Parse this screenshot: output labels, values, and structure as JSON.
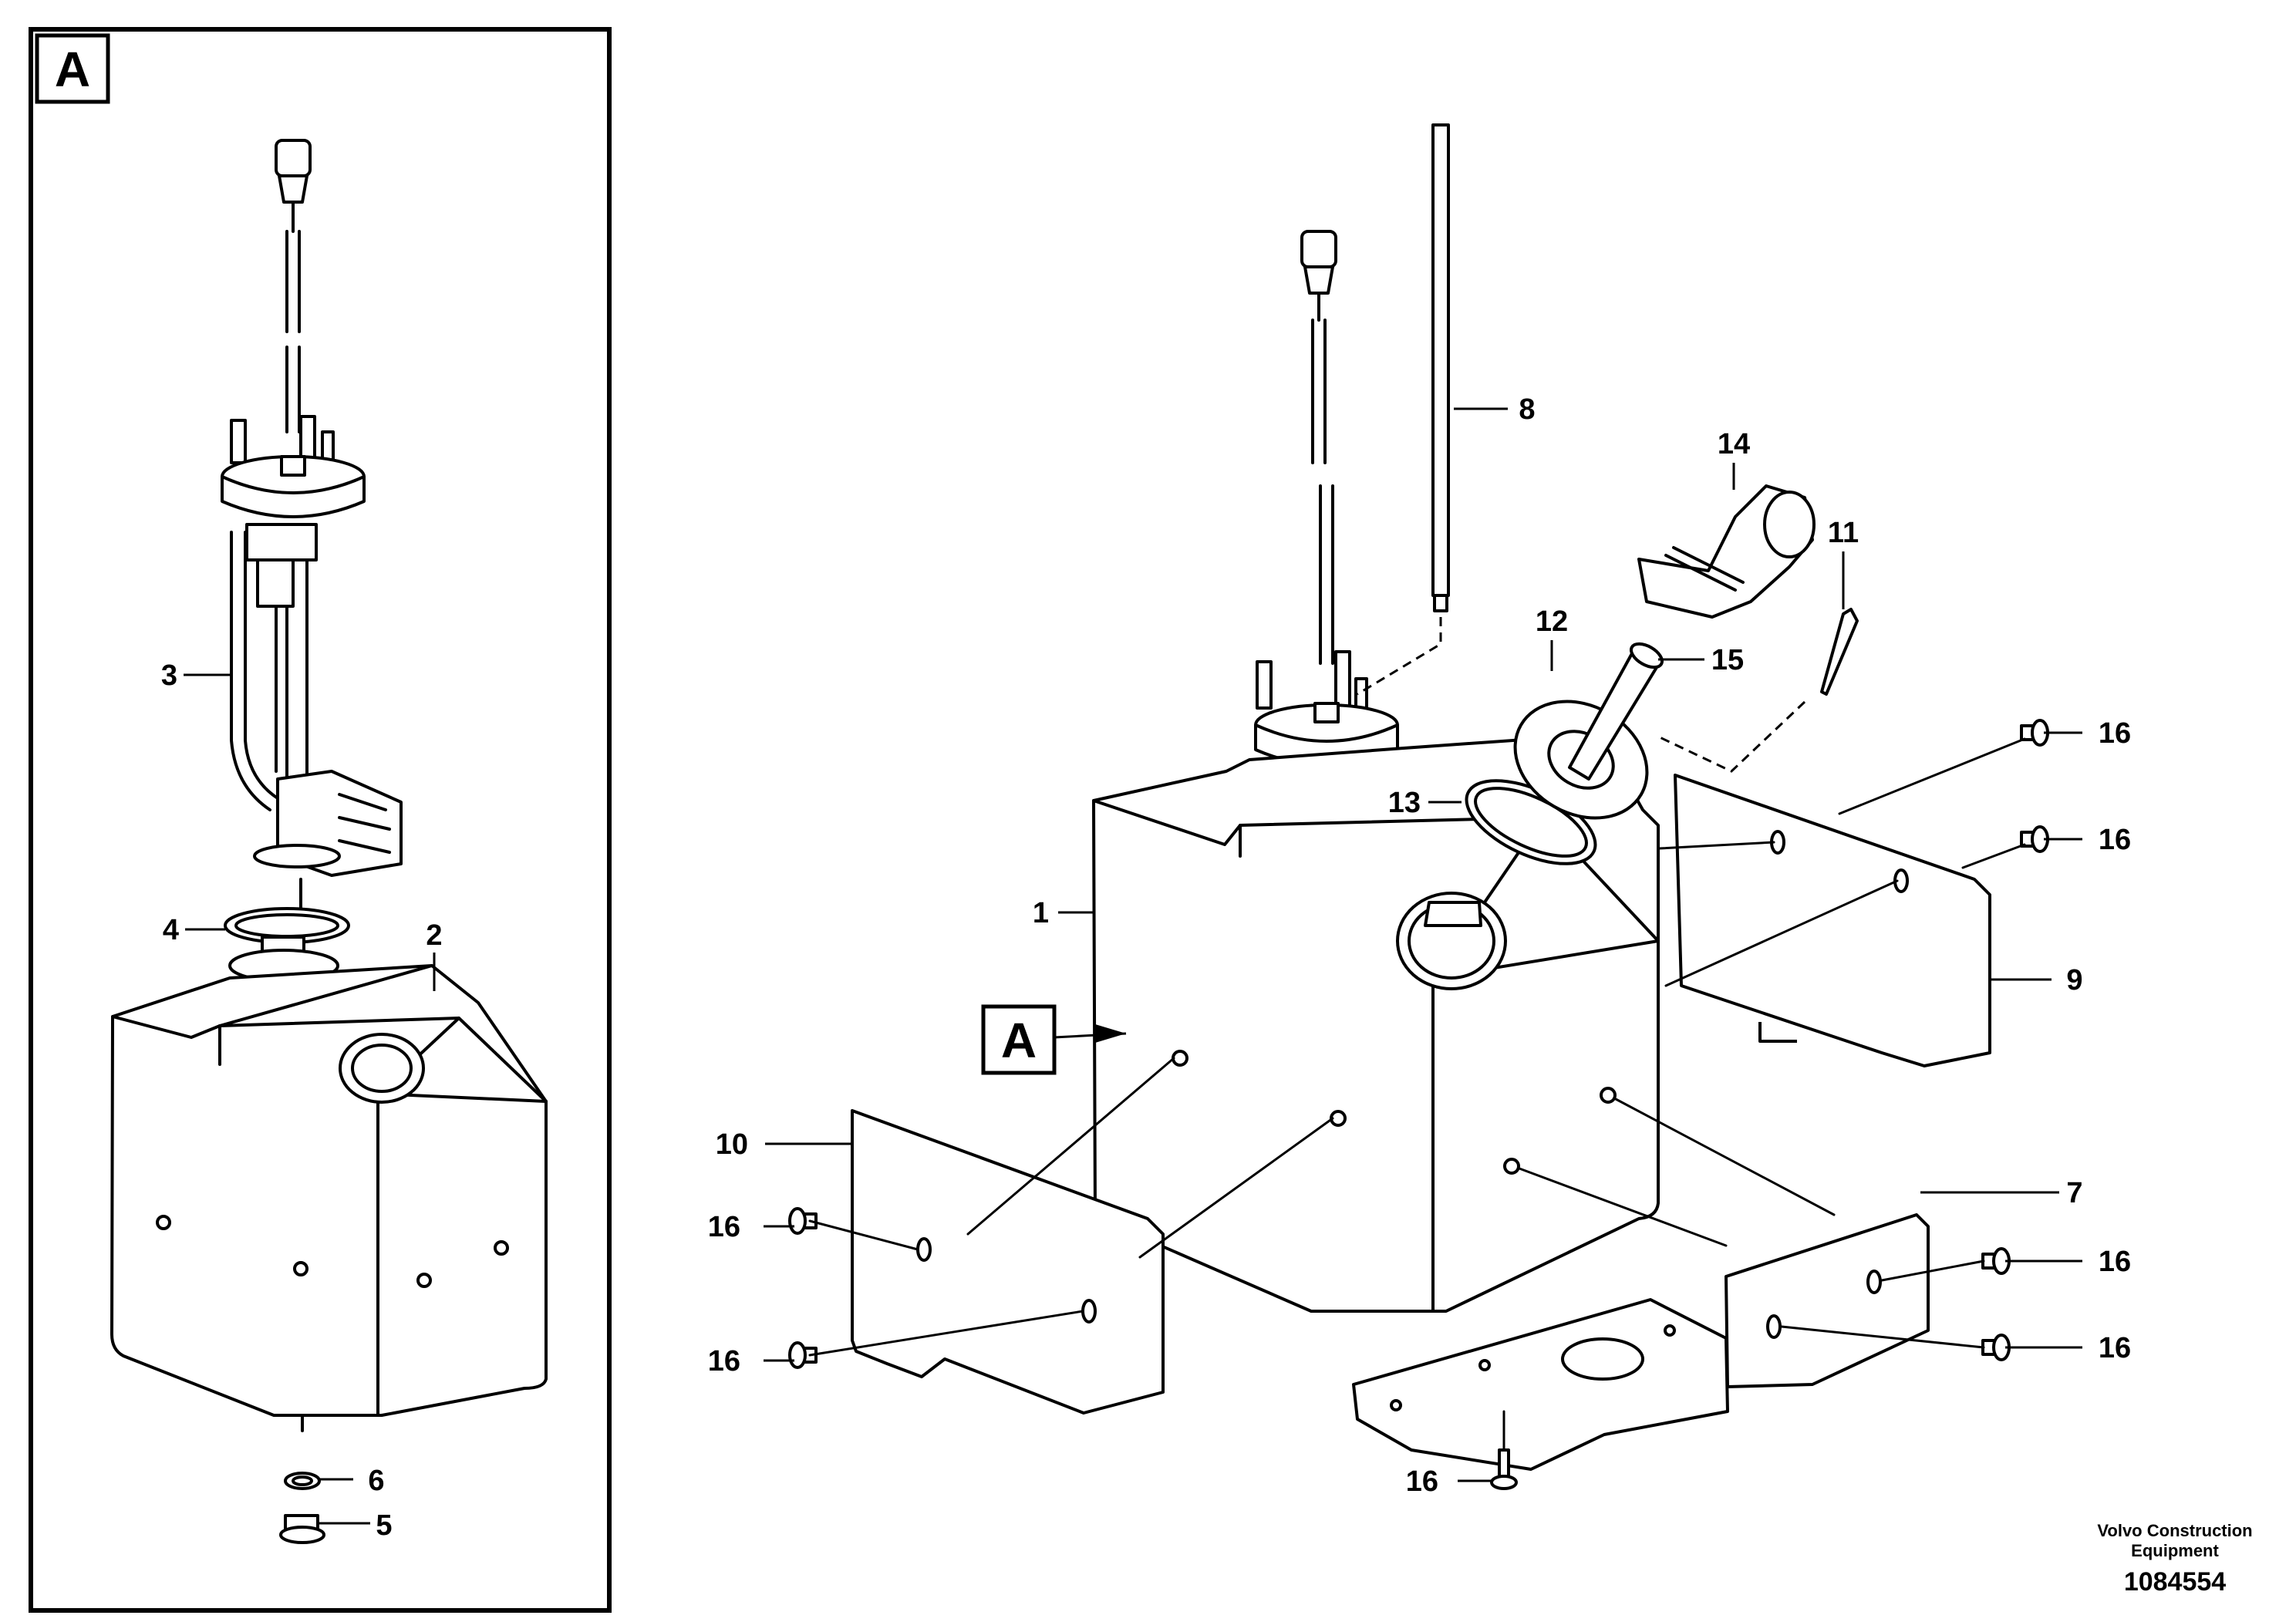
{
  "view_label": "A",
  "callouts": {
    "p1": "1",
    "p2": "2",
    "p3": "3",
    "p4": "4",
    "p5": "5",
    "p6": "6",
    "p7": "7",
    "p8": "8",
    "p9": "9",
    "p10": "10",
    "p11": "11",
    "p12": "12",
    "p13": "13",
    "p14": "14",
    "p15": "15",
    "p16": "16"
  },
  "brand": {
    "line1": "Volvo Construction",
    "line2": "Equipment"
  },
  "document_number": "1084554"
}
